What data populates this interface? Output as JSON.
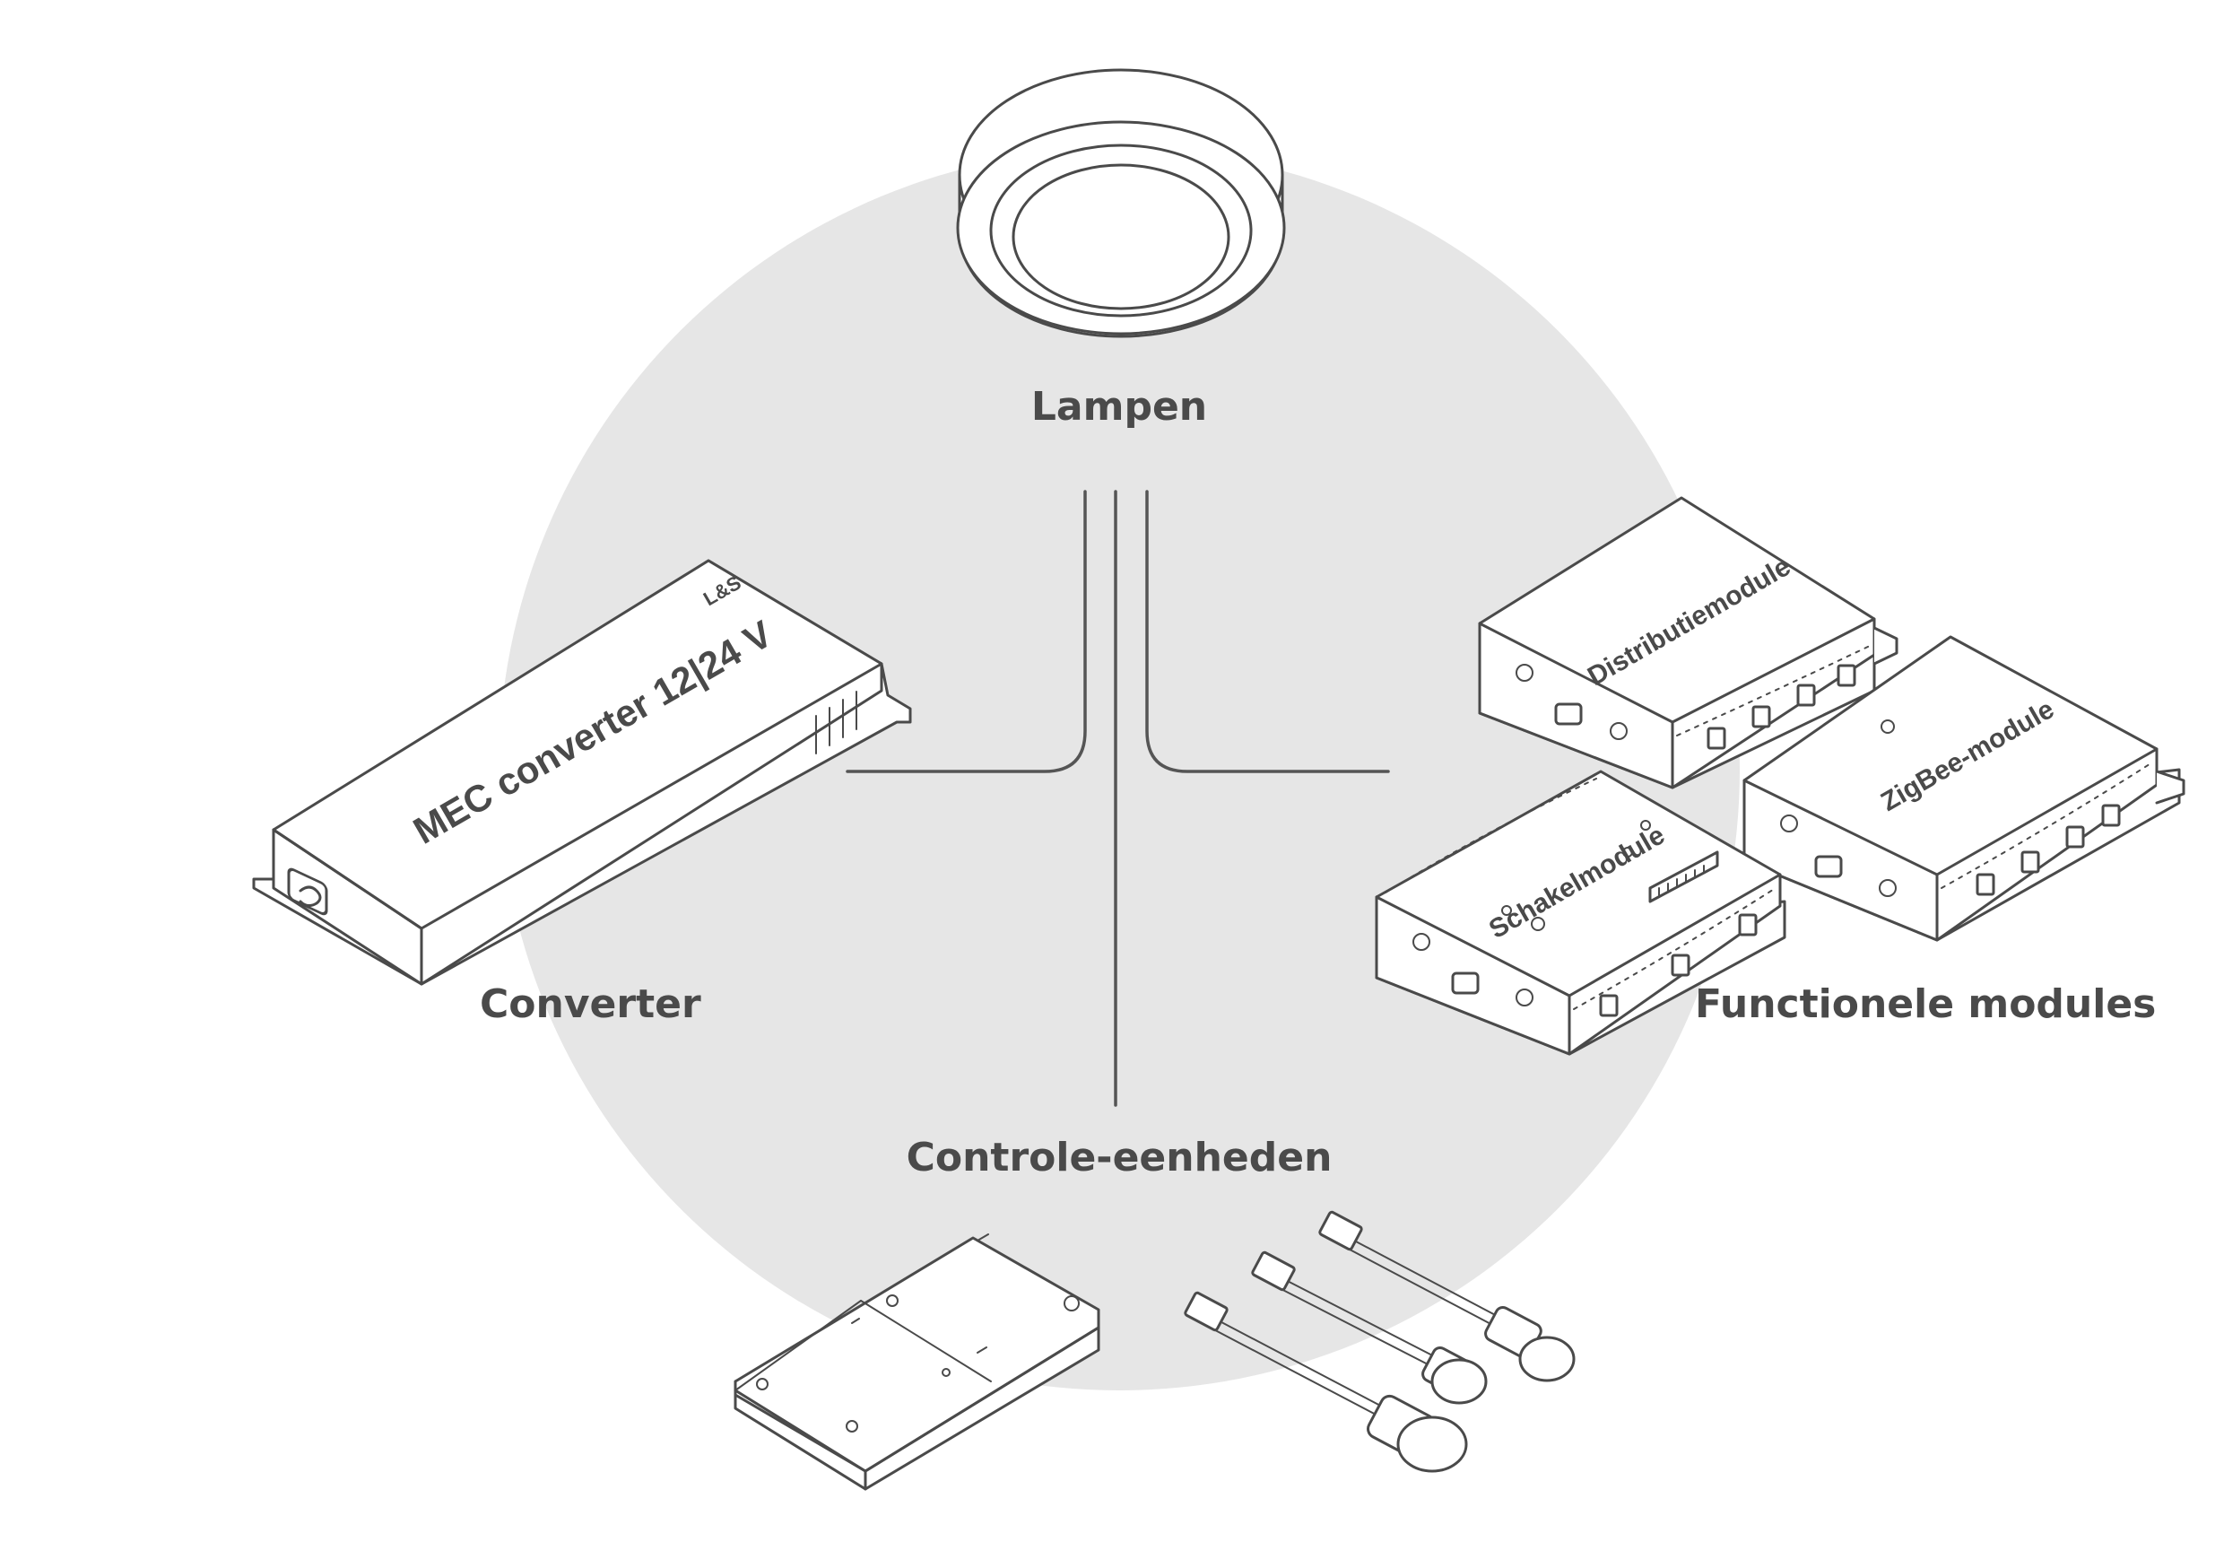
{
  "labels": {
    "lamps": "Lampen",
    "converter": "Converter",
    "modules": "Functionele modules",
    "controls": "Controle-eenheden"
  },
  "devices": {
    "converter_text": "MEC converter 12|24 V",
    "converter_logo": "L&S",
    "distribution": "Distributiemodule",
    "zigbee": "ZigBee-module",
    "switch": "Schakelmodule"
  },
  "colors": {
    "circle": "#e6e6e6",
    "line": "#4a4a4a",
    "text": "#4a4a4a"
  }
}
